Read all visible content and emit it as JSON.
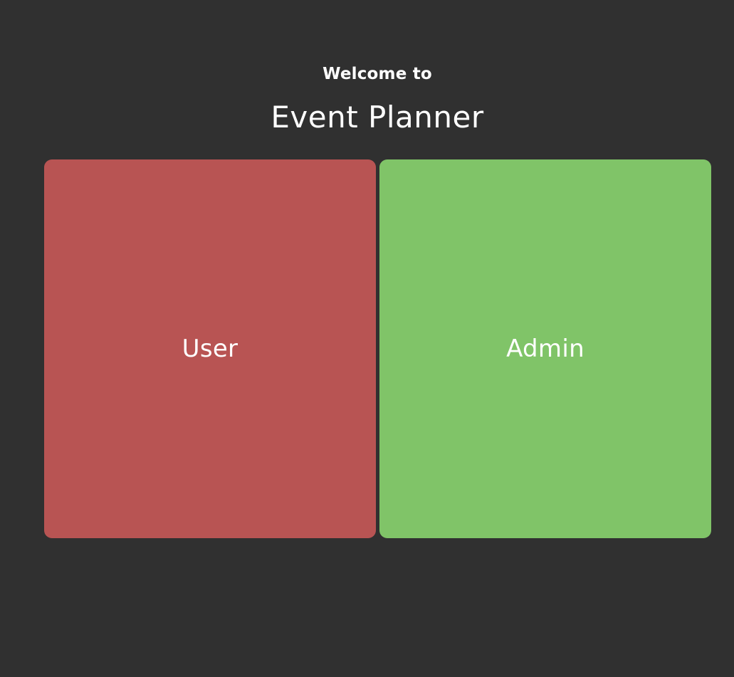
{
  "header": {
    "welcome": "Welcome to",
    "title": "Event Planner"
  },
  "roles": {
    "user": {
      "label": "User",
      "color": "#b85453"
    },
    "admin": {
      "label": "Admin",
      "color": "#80c468"
    }
  },
  "colors": {
    "background": "#303030",
    "text": "#ffffff"
  }
}
